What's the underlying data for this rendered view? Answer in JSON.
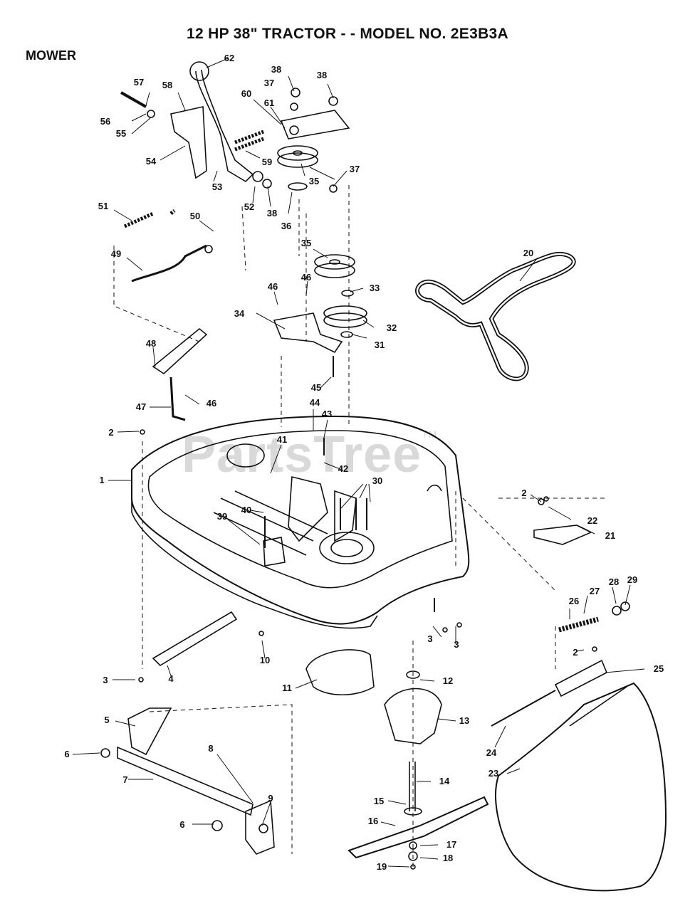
{
  "title": "12 HP 38\" TRACTOR - - MODEL NO. 2E3B3A",
  "section": "MOWER",
  "watermark": "PartsTree",
  "watermark_tm": "TM",
  "callouts": {
    "c1": "1",
    "c2a": "2",
    "c2b": "2",
    "c2c": "2",
    "c3a": "3",
    "c3b": "3",
    "c3c": "3",
    "c4": "4",
    "c5": "5",
    "c6a": "6",
    "c6b": "6",
    "c7": "7",
    "c8": "8",
    "c9": "9",
    "c10": "10",
    "c11": "11",
    "c12": "12",
    "c13": "13",
    "c14": "14",
    "c15": "15",
    "c16": "16",
    "c17": "17",
    "c18": "18",
    "c19": "19",
    "c20": "20",
    "c21": "21",
    "c22": "22",
    "c23": "23",
    "c24": "24",
    "c25": "25",
    "c26": "26",
    "c27": "27",
    "c28": "28",
    "c29": "29",
    "c30": "30",
    "c31": "31",
    "c32": "32",
    "c33": "33",
    "c34": "34",
    "c35a": "35",
    "c35b": "35",
    "c36": "36",
    "c37a": "37",
    "c37b": "37",
    "c38a": "38",
    "c38b": "38",
    "c38c": "38",
    "c39": "39",
    "c40": "40",
    "c41": "41",
    "c42": "42",
    "c43": "43",
    "c44": "44",
    "c45": "45",
    "c46a": "46",
    "c46b": "46",
    "c46c": "46",
    "c47": "47",
    "c48": "48",
    "c49": "49",
    "c50": "50",
    "c51": "51",
    "c52": "52",
    "c53": "53",
    "c54": "54",
    "c55": "55",
    "c56": "56",
    "c57": "57",
    "c58": "58",
    "c59": "59",
    "c60": "60",
    "c61": "61",
    "c62": "62"
  }
}
